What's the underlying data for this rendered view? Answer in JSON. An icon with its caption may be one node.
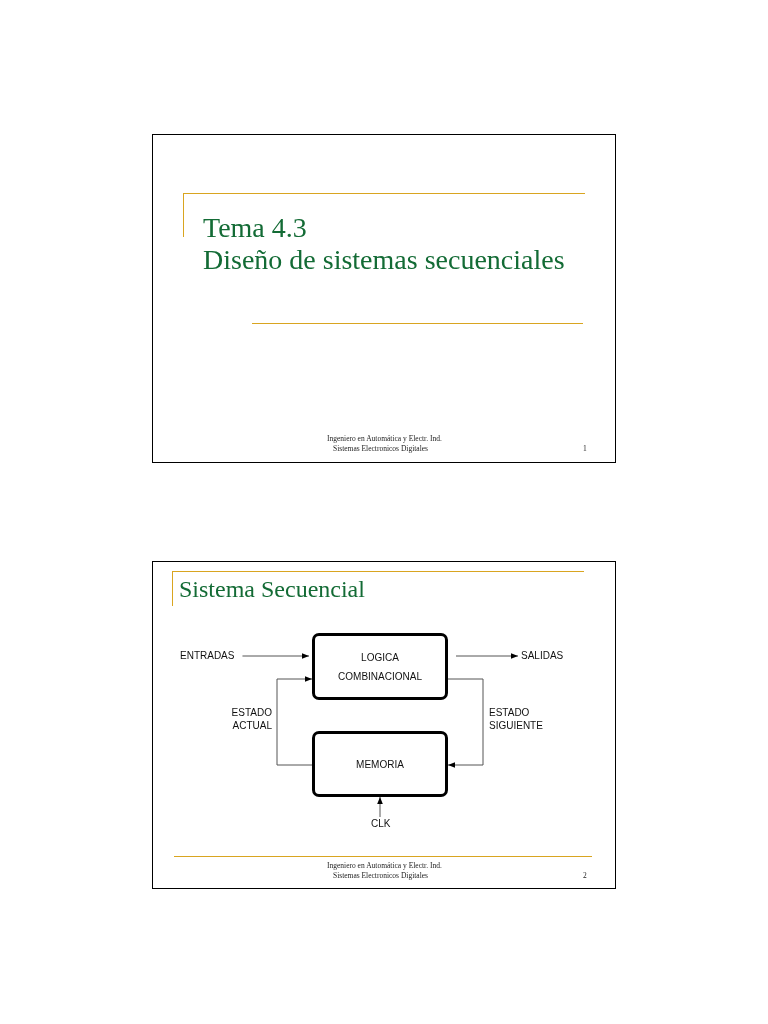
{
  "diagram": {
    "title": "Sistema Secuencial",
    "nodes": [
      {
        "text": [
          "ENTRADAS"
        ]
      },
      {
        "text": [
          "LOGICA",
          "COMBINACIONAL"
        ]
      },
      {
        "text": [
          "SALIDAS"
        ]
      },
      {
        "text": [
          "MEMORIA"
        ]
      },
      {
        "text": [
          "CLK"
        ]
      }
    ],
    "edges": [
      {
        "from": 0,
        "to": 1,
        "arrow": "to"
      },
      {
        "from": 1,
        "to": 2,
        "arrow": "to"
      },
      {
        "from": 3,
        "to": 1,
        "arrow": "to",
        "label": "ESTADO ACTUAL"
      },
      {
        "from": 1,
        "to": 3,
        "arrow": "to",
        "label": "ESTADO SIGUIENTE"
      },
      {
        "from": 4,
        "to": 3,
        "arrow": "to"
      }
    ],
    "labels": [
      "Tema 4.3",
      "Diseño de sistemas secuenciales",
      "Ingeniero en Automática y Electr. Ind.",
      "Sistemas Electronicos Digitales",
      "1",
      "Ingeniero en Automática y Electr. Ind.",
      "Sistemas Electronicos Digitales",
      "2"
    ]
  }
}
